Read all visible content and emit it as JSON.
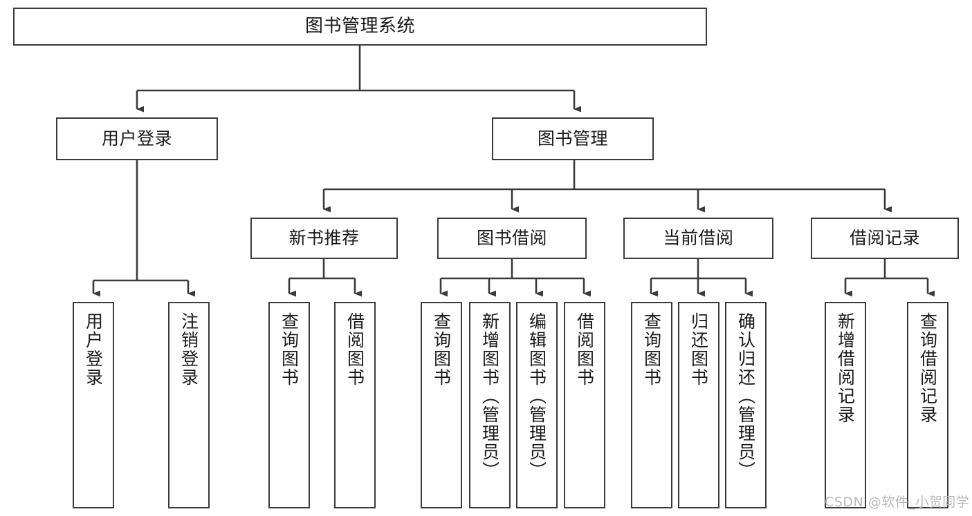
{
  "diagram": {
    "title": "图书管理系统",
    "type": "tree-hierarchy",
    "watermark": "CSDN @软件_小贺同学",
    "colors": {
      "stroke": "#3a3a3a",
      "fill": "#ffffff",
      "text": "#1a1a1a",
      "watermark": "#b9b9b9"
    },
    "root": {
      "label": "图书管理系统"
    },
    "level2": [
      {
        "id": "user-login",
        "label": "用户登录"
      },
      {
        "id": "book-management",
        "label": "图书管理"
      }
    ],
    "level3": [
      {
        "id": "new-book-recommend",
        "label": "新书推荐"
      },
      {
        "id": "book-borrow",
        "label": "图书借阅"
      },
      {
        "id": "current-borrow",
        "label": "当前借阅"
      },
      {
        "id": "borrow-record",
        "label": "借阅记录"
      }
    ],
    "leaves": {
      "user-login": [
        {
          "id": "leaf-user-login",
          "label": "用户登录"
        },
        {
          "id": "leaf-logout",
          "label": "注销登录"
        }
      ],
      "new-book-recommend": [
        {
          "id": "leaf-query-book-1",
          "label": "查询图书"
        },
        {
          "id": "leaf-borrow-book-1",
          "label": "借阅图书"
        }
      ],
      "book-borrow": [
        {
          "id": "leaf-query-book-2",
          "label": "查询图书"
        },
        {
          "id": "leaf-add-book",
          "label": "新增图书（管理员）"
        },
        {
          "id": "leaf-edit-book",
          "label": "编辑图书（管理员）"
        },
        {
          "id": "leaf-borrow-book-2",
          "label": "借阅图书"
        }
      ],
      "current-borrow": [
        {
          "id": "leaf-query-book-3",
          "label": "查询图书"
        },
        {
          "id": "leaf-return-book",
          "label": "归还图书"
        },
        {
          "id": "leaf-confirm-return",
          "label": "确认归还（管理员）"
        }
      ],
      "borrow-record": [
        {
          "id": "leaf-add-record",
          "label": "新增借阅记录"
        },
        {
          "id": "leaf-query-record",
          "label": "查询借阅记录"
        }
      ]
    }
  }
}
